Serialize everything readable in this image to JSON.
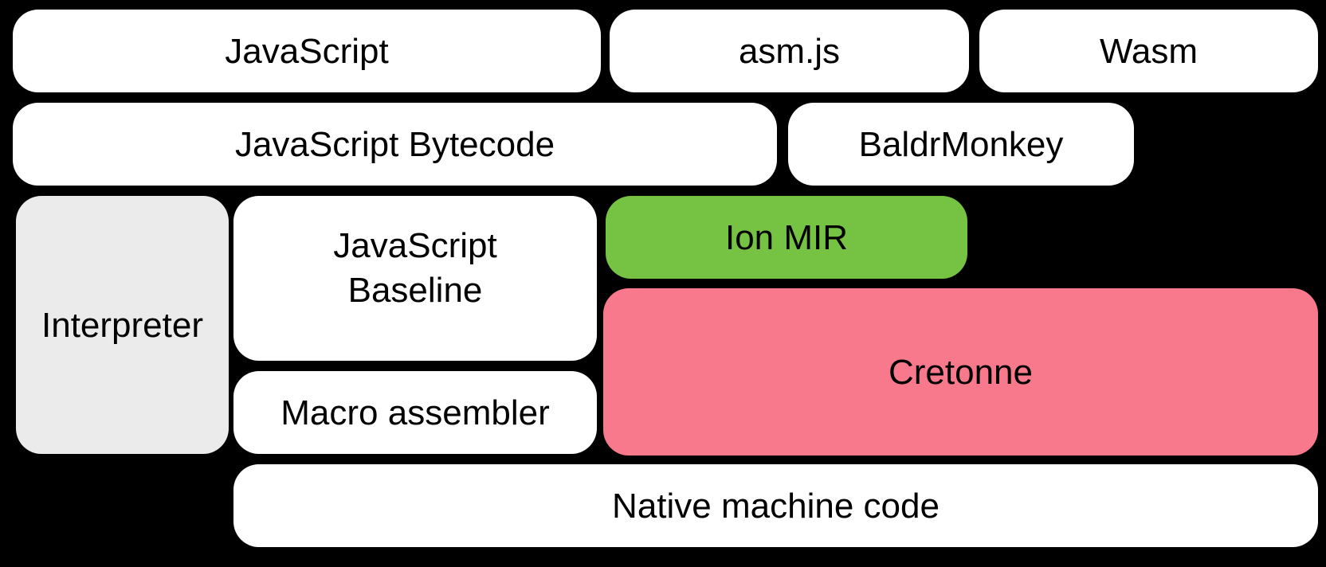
{
  "diagram": {
    "background_color": "#000000",
    "text_color": "#000000",
    "colors": {
      "box_default": "#ffffff",
      "interpreter_gray": "#ebebeb",
      "ion_mir_green": "#76c243",
      "cretonne_pink": "#f7798b"
    },
    "boxes": [
      {
        "id": "javascript",
        "label": "JavaScript",
        "color": "#ffffff"
      },
      {
        "id": "asm-js",
        "label": "asm.js",
        "color": "#ffffff"
      },
      {
        "id": "wasm",
        "label": "Wasm",
        "color": "#ffffff"
      },
      {
        "id": "javascript-bytecode",
        "label": "JavaScript Bytecode",
        "color": "#ffffff"
      },
      {
        "id": "baldrmonkey",
        "label": "BaldrMonkey",
        "color": "#ffffff"
      },
      {
        "id": "interpreter",
        "label": "Interpreter",
        "color": "#ebebeb"
      },
      {
        "id": "javascript-baseline",
        "label": "JavaScript Baseline",
        "color": "#ffffff",
        "lines": {
          "0": "JavaScript",
          "1": "Baseline"
        }
      },
      {
        "id": "ion-mir",
        "label": "Ion MIR",
        "color": "#76c243"
      },
      {
        "id": "macro-assembler",
        "label": "Macro assembler",
        "color": "#ffffff"
      },
      {
        "id": "cretonne",
        "label": "Cretonne",
        "color": "#f7798b"
      },
      {
        "id": "native-machine-code",
        "label": "Native machine code",
        "color": "#ffffff"
      }
    ]
  }
}
